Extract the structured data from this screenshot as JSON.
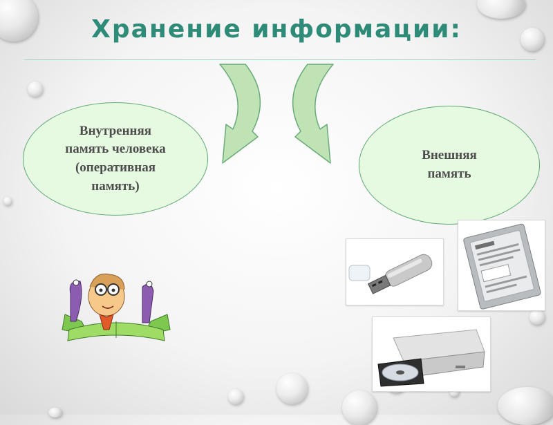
{
  "slide": {
    "title": "Хранение информации:",
    "internal_memory_label": "Внутренняя\nпамять человека\n(оперативная\nпамять)",
    "external_memory_label": "Внешняя\nпамять"
  },
  "colors": {
    "title": "#2e8b77",
    "ellipse_fill": "#e6fae2",
    "ellipse_border": "#5da872",
    "arrow_fill": "#bfe3b4",
    "arrow_stroke": "#6aaa7a",
    "label_text": "#4d4d4d"
  },
  "images": {
    "flash_drive": "usb-flash-drive",
    "hard_disk": "hard-disk-drive",
    "optical_drive": "optical-disc-drive",
    "cartoon": "cartoon-student-reading-book"
  }
}
